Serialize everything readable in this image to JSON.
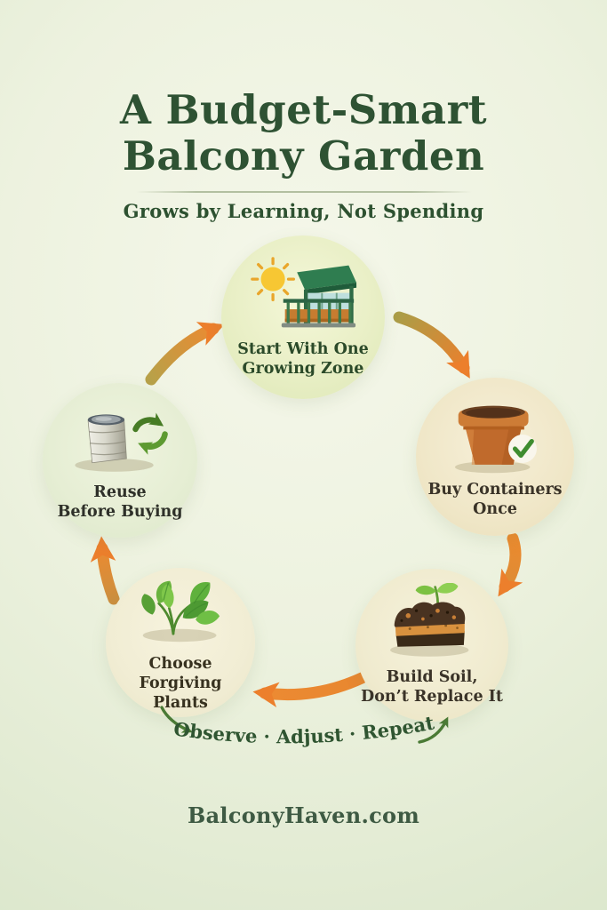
{
  "header": {
    "title_line1": "A Budget-Smart",
    "title_line2": "Balcony Garden",
    "subtitle": "Grows by Learning, Not Spending"
  },
  "cycle": {
    "steps": [
      {
        "id": "start-zone",
        "icon": "sun-balcony-icon",
        "label_line1": "Start With One",
        "label_line2": "Growing Zone"
      },
      {
        "id": "buy-containers",
        "icon": "terracotta-pot-check-icon",
        "label_line1": "Buy Containers",
        "label_line2": "Once"
      },
      {
        "id": "build-soil",
        "icon": "soil-layers-sprout-icon",
        "label_line1": "Build Soil,",
        "label_line2": "Don’t Replace It"
      },
      {
        "id": "choose-plants",
        "icon": "leafy-plants-icon",
        "label_line1": "Choose Forgiving",
        "label_line2": "Plants"
      },
      {
        "id": "reuse",
        "icon": "tin-can-recycle-icon",
        "label_line1": "Reuse",
        "label_line2": "Before Buying"
      }
    ]
  },
  "tagline": {
    "text": "Observe · Adjust · Repeat"
  },
  "footer": {
    "site": "BalconyHaven.com"
  },
  "colors": {
    "title_green": "#2e5233",
    "label_dark": "#3a3328",
    "arrow_orange": "#ec8430",
    "arrow_olive_tail": "#b3a049",
    "tagline_green": "#2f5531",
    "check_green": "#3e8c2f",
    "pot_terracotta": "#c06a2c",
    "background_sage": "#d7e4c8"
  }
}
